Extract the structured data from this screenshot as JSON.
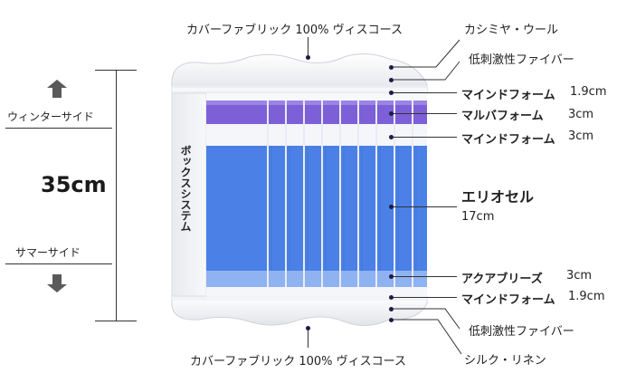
{
  "header": {
    "cover_label": "カバーファブリック 100% ヴィスコース"
  },
  "footer": {
    "cover_label": "カバーファブリック 100% ヴィスコース"
  },
  "left_scale": {
    "winter_label": "ウィンターサイド",
    "height": "35cm",
    "summer_label": "サマーサイド"
  },
  "box_label": "ボックスシステム",
  "layers": [
    {
      "name": "カシミヤ・ウール",
      "size": ""
    },
    {
      "name": "低刺激性ファイバー",
      "size": ""
    },
    {
      "name": "マインドフォーム",
      "size": "1.9cm"
    },
    {
      "name": "マルバフォーム",
      "size": "3cm"
    },
    {
      "name": "マインドフォーム",
      "size": "3cm"
    },
    {
      "name": "エリオセル",
      "size": "17cm"
    },
    {
      "name": "アクアブリーズ",
      "size": "3cm"
    },
    {
      "name": "マインドフォーム",
      "size": "1.9cm"
    },
    {
      "name": "低刺激性ファイバー",
      "size": ""
    },
    {
      "name": "シルク・リネン",
      "size": ""
    }
  ],
  "colors": {
    "purple": "#7b5cd6",
    "blue": "#4a7fe6",
    "light_blue": "#8fb1f0",
    "foam_white": "#f2f4f8",
    "dark": "#1c1c4a"
  }
}
